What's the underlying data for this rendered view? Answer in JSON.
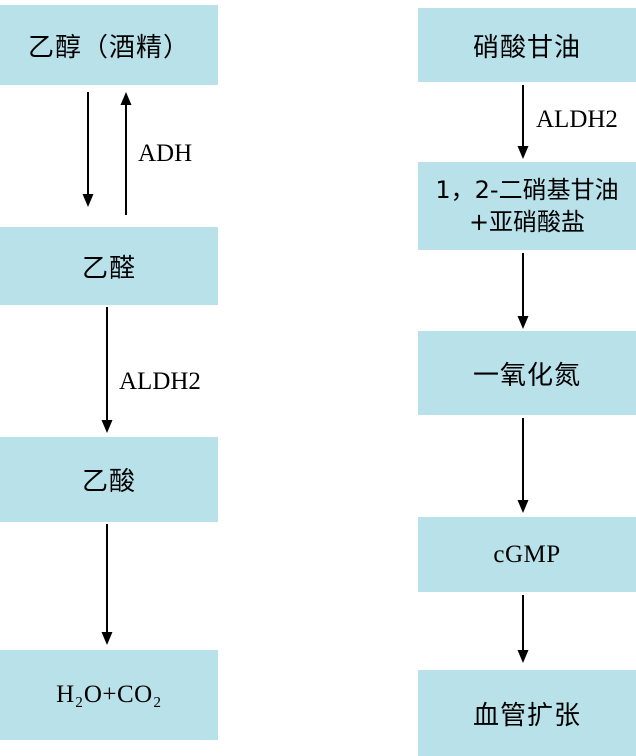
{
  "colors": {
    "box": "#b9e1ea",
    "arrow": "#000000",
    "text": "#000000"
  },
  "left_pathway": {
    "box1": "乙醇（酒精）",
    "enzyme_adh": "ADH",
    "box2": "乙醛",
    "enzyme_aldh2": "ALDH2",
    "box3": "乙酸",
    "box4": "H₂O+CO₂"
  },
  "right_pathway": {
    "box1": "硝酸甘油",
    "enzyme_aldh2": "ALDH2",
    "box2_line1": "1，2-二硝基甘油",
    "box2_line2": "+亚硝酸盐",
    "box3": "一氧化氮",
    "box4": "cGMP",
    "box5": "血管扩张"
  }
}
